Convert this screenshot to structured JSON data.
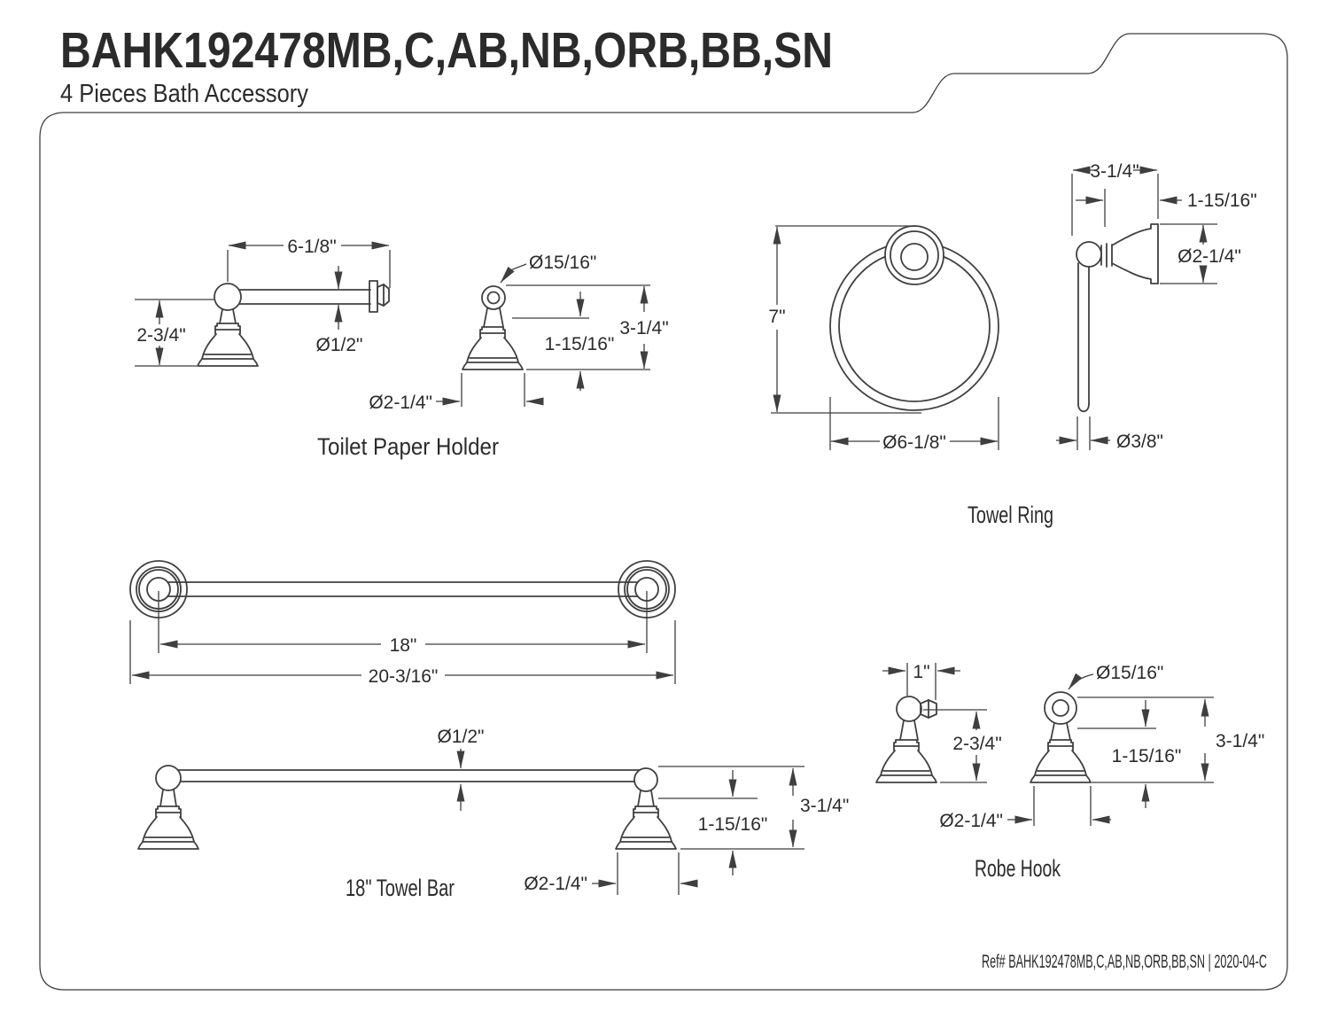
{
  "title": "BAHK192478MB,C,AB,NB,ORB,BB,SN",
  "subtitle": "4 Pieces Bath Accessory",
  "footer": "Ref# BAHK192478MB,C,AB,NB,ORB,BB,SN | 2020-04-C",
  "colors": {
    "line": "#404040",
    "text": "#2b2b2b",
    "background": "#ffffff"
  },
  "figures": {
    "toilet_paper_holder": {
      "label": "Toilet Paper Holder",
      "bar_length": "6-1/8\"",
      "mount_height": "2-3/4\"",
      "bar_diameter": "Ø1/2\"",
      "post_hole_diameter": "Ø15/16\"",
      "post_height": "3-1/4\"",
      "post_mid_height": "1-15/16\"",
      "base_diameter": "Ø2-1/4\""
    },
    "towel_ring": {
      "label": "Towel Ring",
      "overall_height": "7\"",
      "ring_diameter": "Ø6-1/8\"",
      "projection": "3-1/4\"",
      "wall_to_ring": "1-15/16\"",
      "base_diameter": "Ø2-1/4\"",
      "ring_tube_diameter": "Ø3/8\""
    },
    "towel_bar": {
      "label": "18\" Towel Bar",
      "center_to_center": "18\"",
      "overall_length": "20-3/16\"",
      "bar_diameter": "Ø1/2\"",
      "post_height": "3-1/4\"",
      "post_mid_height": "1-15/16\"",
      "base_diameter": "Ø2-1/4\""
    },
    "robe_hook": {
      "label": "Robe Hook",
      "hook_width": "1\"",
      "hook_height": "2-3/4\"",
      "hole_diameter": "Ø15/16\"",
      "post_height": "3-1/4\"",
      "post_mid_height": "1-15/16\"",
      "base_diameter": "Ø2-1/4\""
    }
  }
}
